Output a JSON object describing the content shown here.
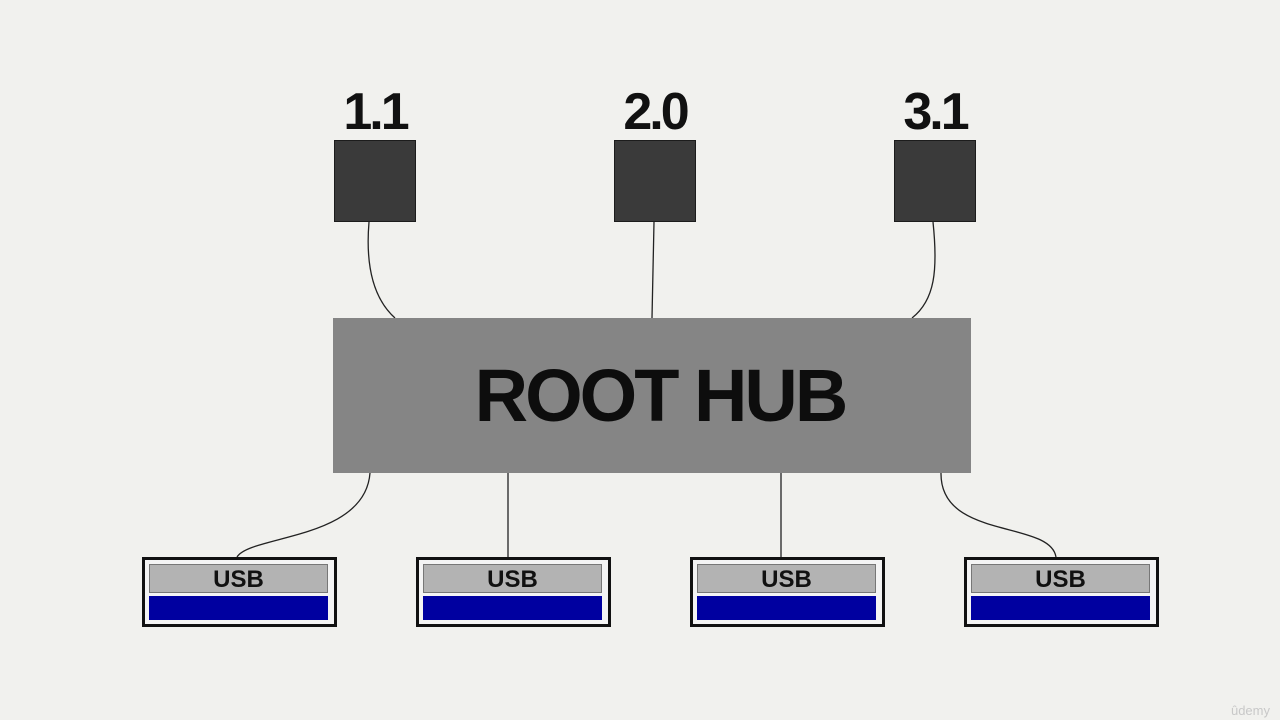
{
  "diagram": {
    "controllers": [
      {
        "label": "1.1"
      },
      {
        "label": "2.0"
      },
      {
        "label": "3.1"
      }
    ],
    "root_hub": {
      "label": "ROOT HUB"
    },
    "ports": [
      {
        "label": "USB"
      },
      {
        "label": "USB"
      },
      {
        "label": "USB"
      },
      {
        "label": "USB"
      }
    ],
    "colors": {
      "background": "#f1f1ee",
      "controller": "#3a3a3a",
      "hub": "#858585",
      "port_top": "#b3b3b3",
      "port_bar": "#0000a0"
    }
  },
  "watermark": "ûdemy"
}
